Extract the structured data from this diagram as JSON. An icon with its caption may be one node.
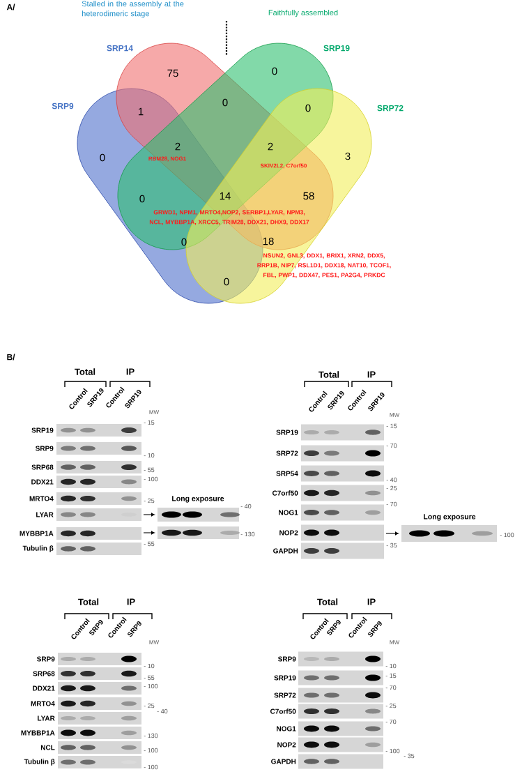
{
  "diagram": {
    "nodes": [
      {
        "text": [
          "SRP14"
        ]
      },
      {
        "text": [
          "SRP19"
        ]
      },
      {
        "text": [
          "SRP9"
        ]
      },
      {
        "text": [
          "SRP72"
        ]
      }
    ],
    "labels": [
      "A/",
      "Stalled in the assembly at the heterodimeric stage",
      "Faithfully assembled",
      "75",
      "0",
      "1",
      "0",
      "0",
      "0",
      "2",
      "RBM28, NOG1",
      "2",
      "SKIV2L2, C7orf50",
      "3",
      "0",
      "14",
      "58",
      "GRWD1, NPM1, MRTO4,NOP2, SERBP1,LYAR, NPM3, NCL, MYBBP1A, XRCC5, TRIM28, DDX21, DHX9, DDX17",
      "0",
      "18",
      "NSUN2, GNL3, DDX1, BRIX1, XRN2, DDX5, RRP1B, NIP7, RSL1D1, DDX18, NAT10, TCOF1, FBL, PWP1, DDX47, PES1, PA2G4, PRKDC",
      "0",
      "B/",
      "Total",
      "IP",
      "Control",
      "SRP19",
      "Control",
      "SRP19",
      "MW",
      "SRP19",
      "SRP9",
      "SRP68",
      "DDX21",
      "MRTO4",
      "LYAR",
      "MYBBP1A",
      "Tubulin β",
      "- 15",
      "- 10",
      "- 55",
      "- 100",
      "- 25",
      "Long exposure",
      "- 40",
      "- 130",
      "- 55",
      "Total",
      "IP",
      "Control",
      "SRP19",
      "Control",
      "SRP19",
      "MW",
      "SRP19",
      "SRP72",
      "SRP54",
      "C7orf50",
      "NOG1",
      "NOP2",
      "GAPDH",
      "- 15",
      "- 70",
      "- 40",
      "- 25",
      "- 70",
      "Long exposure",
      "- 100",
      "- 35",
      "Total",
      "IP",
      "Control",
      "SRP9",
      "Control",
      "SRP9",
      "MW",
      "SRP9",
      "SRP68",
      "DDX21",
      "MRTO4",
      "LYAR",
      "MYBBP1A",
      "NCL",
      "Tubulin β",
      "- 10",
      "- 55",
      "- 100",
      "- 25",
      "- 40",
      "- 130",
      "- 100",
      "- 100",
      "Total",
      "IP",
      "Control",
      "SRP9",
      "Control",
      "SRP9",
      "MW",
      "SRP9",
      "SRP19",
      "SRP72",
      "C7orf50",
      "NOG1",
      "NOP2",
      "GAPDH",
      "- 10",
      "- 15",
      "- 70",
      "- 25",
      "- 70",
      "- 100",
      "- 35"
    ]
  }
}
